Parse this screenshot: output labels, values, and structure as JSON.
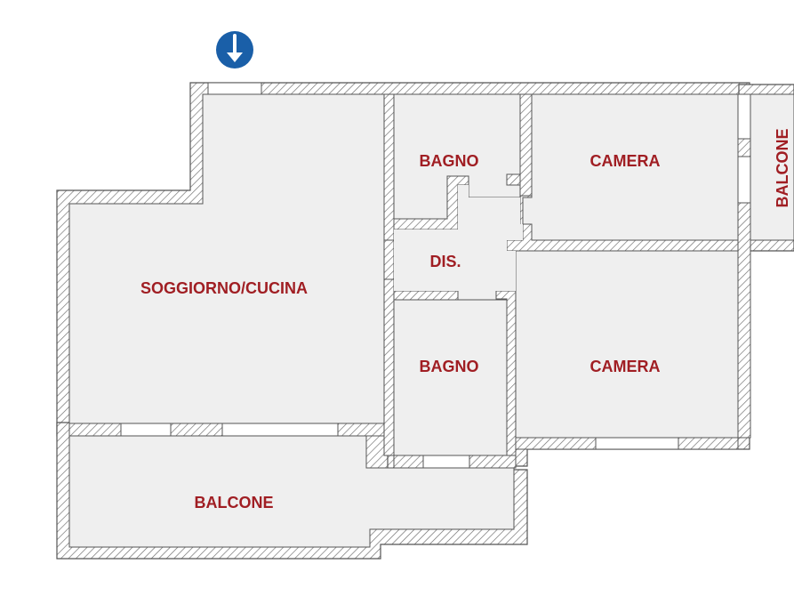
{
  "rooms": {
    "soggiorno": "SOGGIORNO/CUCINA",
    "bagno_top": "BAGNO",
    "bagno_bottom": "BAGNO",
    "camera_top": "CAMERA",
    "camera_bottom": "CAMERA",
    "disimpegno": "DIS.",
    "balcone_bottom": "BALCONE",
    "balcone_right": "BALCONE"
  },
  "colors": {
    "label": "#a01e23",
    "entrance_marker": "#1a5fa8",
    "floor": "#efefef",
    "wall": "#555555"
  },
  "icons": {
    "entrance": "down-arrow-circle-icon"
  }
}
